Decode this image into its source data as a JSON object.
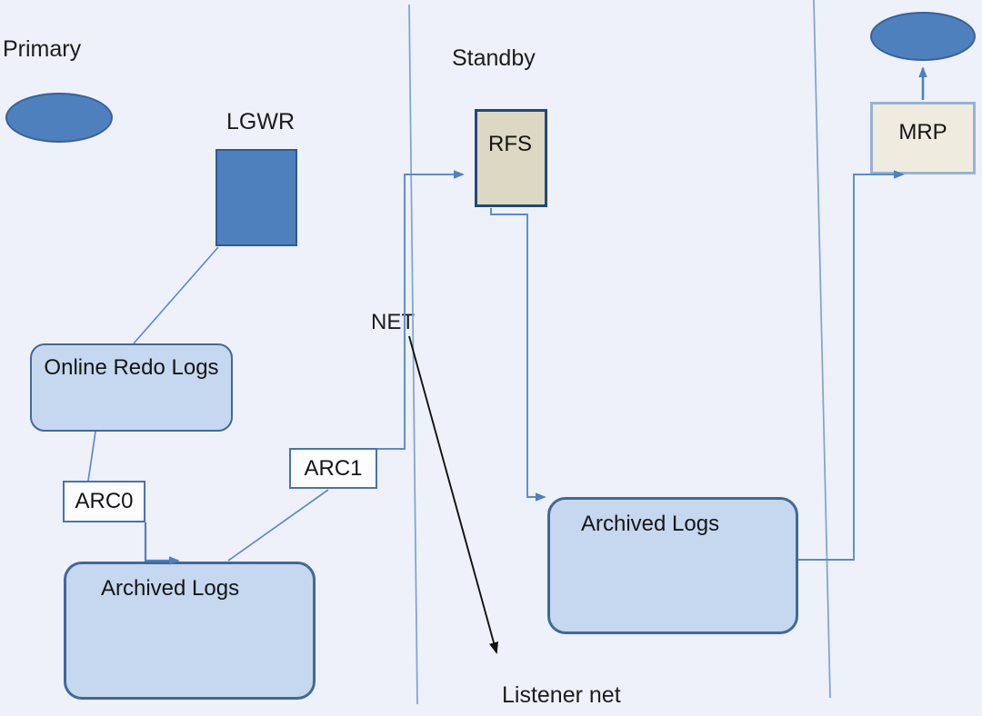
{
  "colors": {
    "background": "#eef1f9",
    "node_blue_fill": "#4e80bd",
    "node_blue_border": "#38619b",
    "light_box_fill": "#c6d8ef",
    "light_box_border": "#41689c",
    "small_box_fill": "#ffffff",
    "rfs_fill": "#ddd8c3",
    "rfs_border": "#1f497d",
    "mrp_fill": "#efecdf",
    "mrp_border": "#95b3d7",
    "connector_blue": "#5b8bc9",
    "arrow_blue": "#4f81bd",
    "separator_blue": "#7aa4d6",
    "arrow_black": "#111111",
    "text": "#1c1c1c"
  },
  "sections": {
    "primary": {
      "label": "Primary"
    },
    "standby": {
      "label": "Standby"
    }
  },
  "nodes": {
    "lgwr": {
      "label": "LGWR"
    },
    "online_redo_logs": {
      "label": "Online Redo Logs"
    },
    "arc0": {
      "label": "ARC0"
    },
    "arc1": {
      "label": "ARC1"
    },
    "archived_logs_primary": {
      "label": "Archived Logs"
    },
    "rfs": {
      "label": "RFS"
    },
    "archived_logs_standby": {
      "label": "Archived Logs"
    },
    "mrp": {
      "label": "MRP"
    }
  },
  "annotations": {
    "net": {
      "label": "NET"
    },
    "listener_net": {
      "label": "Listener net"
    }
  }
}
